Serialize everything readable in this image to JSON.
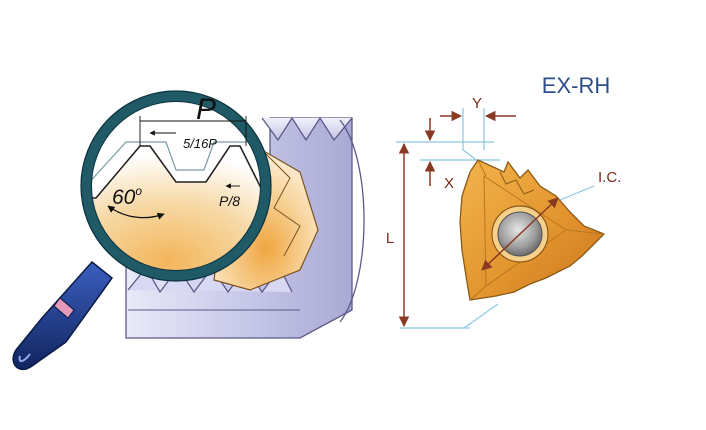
{
  "insert": {
    "title": "EX-RH",
    "dimension_labels": {
      "y": "Y",
      "x": "X",
      "l": "L",
      "ic": "I.C."
    }
  },
  "thread_profile": {
    "pitch": "P",
    "crest_width": "5/16P",
    "root_width": "P/8",
    "angle_value": "60",
    "angle_unit": "o"
  },
  "colors": {
    "insert_gold": "#e8a23c",
    "dimension_line": "#8a3a22",
    "extension_line": "#8cc6e0",
    "magnifier_rim": "#1f5a66",
    "handle_blue": "#1e3a8a",
    "handle_band": "#e49ab8",
    "workpiece": "#c8c8ea",
    "title_blue": "#2b4d8c"
  },
  "icons": {
    "magnifier": "magnifying-glass-icon",
    "insert": "threading-insert-icon"
  }
}
